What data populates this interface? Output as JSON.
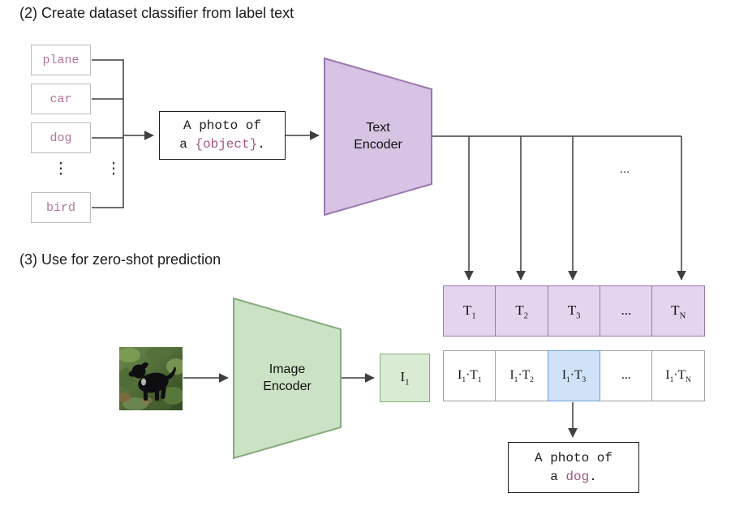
{
  "colors": {
    "purple_fill": "#d7c3e3",
    "purple_stroke": "#9a78b0",
    "t_cell_fill": "#e4d4ee",
    "green_fill": "#cce2c4",
    "green_stroke": "#88ab7d",
    "i_cell_fill": "#d9ebd2",
    "blue_fill": "#cfe2f8",
    "blue_stroke": "#6f9ed6",
    "label_pink": "#b3749a",
    "object_pink": "#a65683",
    "box_border": "#bdbdbd",
    "grid_border": "#a0a0a0",
    "line_color": "#3f3f3f",
    "text_color": "#161616"
  },
  "section2": {
    "title": "(2) Create dataset classifier from label text",
    "labels": [
      {
        "text": "plane"
      },
      {
        "text": "car"
      },
      {
        "text": "dog"
      },
      {
        "text": "bird"
      }
    ],
    "vdots": "⋮",
    "prompt": {
      "line1": "A photo of",
      "line2_prefix": "a ",
      "line2_object": "{object}",
      "line2_suffix": "."
    },
    "text_encoder": {
      "line1": "Text",
      "line2": "Encoder"
    },
    "columns_ellipsis": "...",
    "t_cells": [
      {
        "base": "T",
        "sub": "1"
      },
      {
        "base": "T",
        "sub": "2"
      },
      {
        "base": "T",
        "sub": "3"
      },
      {
        "base": "...",
        "sub": ""
      },
      {
        "base": "T",
        "sub": "N"
      }
    ]
  },
  "section3": {
    "title": "(3) Use for zero-shot prediction",
    "image_encoder": {
      "line1": "Image",
      "line2": "Encoder"
    },
    "i_cell": {
      "base": "I",
      "sub": "1"
    },
    "product_cells": [
      {
        "a": "I",
        "a_sub": "1",
        "dot": "·",
        "b": "T",
        "b_sub": "1",
        "highlight": false
      },
      {
        "a": "I",
        "a_sub": "1",
        "dot": "·",
        "b": "T",
        "b_sub": "2",
        "highlight": false
      },
      {
        "a": "I",
        "a_sub": "1",
        "dot": "·",
        "b": "T",
        "b_sub": "3",
        "highlight": true
      },
      {
        "a": "...",
        "a_sub": "",
        "dot": "",
        "b": "",
        "b_sub": "",
        "highlight": false
      },
      {
        "a": "I",
        "a_sub": "1",
        "dot": "·",
        "b": "T",
        "b_sub": "N",
        "highlight": false
      }
    ],
    "output": {
      "line1": "A photo of",
      "line2_prefix": "a ",
      "line2_object": "dog",
      "line2_suffix": "."
    }
  }
}
